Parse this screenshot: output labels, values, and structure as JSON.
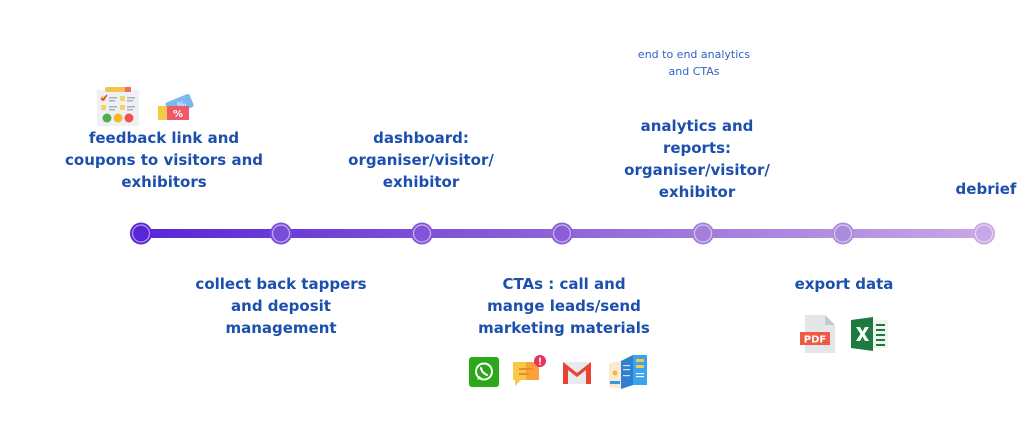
{
  "timeline": {
    "note": {
      "line1": "end to end analytics",
      "line2": "and CTAs"
    },
    "steps": [
      {
        "lines": [
          "feedback link and",
          "coupons to visitors and",
          "exhibitors"
        ],
        "position": "above",
        "icons": [
          "feedback-form-icon",
          "coupon-ticket-icon"
        ]
      },
      {
        "lines": [
          "collect back tappers",
          "and deposit",
          "management"
        ],
        "position": "below",
        "icons": []
      },
      {
        "lines": [
          "dashboard:",
          "organiser/visitor/",
          "exhibitor"
        ],
        "position": "above",
        "icons": []
      },
      {
        "lines": [
          "CTAs : call and",
          "mange leads/send",
          "marketing materials"
        ],
        "position": "below",
        "icons": [
          "whatsapp-icon",
          "sms-notification-icon",
          "gmail-icon",
          "brochure-icon"
        ]
      },
      {
        "lines": [
          "analytics and",
          "reports:",
          "organiser/visitor/",
          "exhibitor"
        ],
        "position": "above",
        "icons": []
      },
      {
        "lines": [
          "export data"
        ],
        "position": "below",
        "icons": [
          "pdf-file-icon",
          "excel-file-icon"
        ]
      },
      {
        "lines": [
          "debrief"
        ],
        "position": "above",
        "icons": []
      }
    ],
    "colors": {
      "text": "#1c4fae",
      "note_text": "#2f62c8",
      "line_start": "#5a25d6",
      "line_mid": "#8a5ed8",
      "line_end": "#c9a6e6"
    },
    "pdf_label": "PDF"
  }
}
